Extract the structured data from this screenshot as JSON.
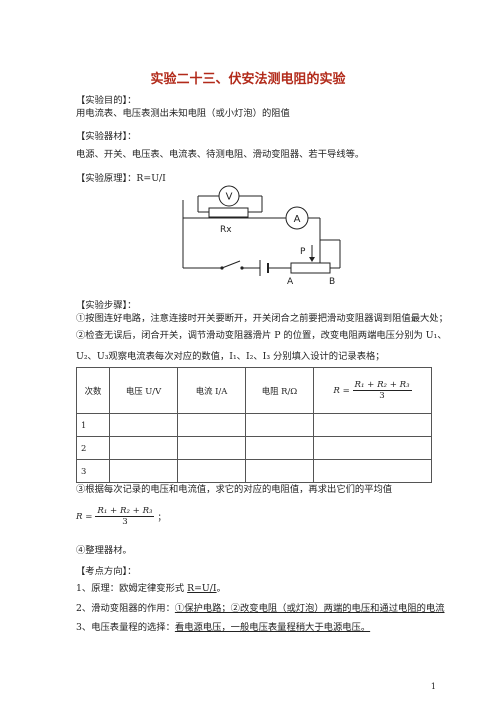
{
  "title": "实验二十三、伏安法测电阻的实验",
  "sections": {
    "purpose_header": "【实验目的】：",
    "purpose_text": "用电流表、电压表测出未知电阻（或小灯泡）的阻值",
    "materials_header": "【实验器材】：",
    "materials_text": "电源、开关、电压表、电流表、待测电阻、滑动变阻器、若干导线等。",
    "principle": "【实验原理】：R=U/I",
    "steps_header": "【实验步骤】：",
    "step1": "①按图连好电路，注意连接时开关要断开，开关闭合之前要把滑动变阻器调到阻值最大处；",
    "step2a": "②检查无误后，闭合开关，调节滑动变阻器滑片 P 的位置，改变电阻两端电压分别为 U₁、",
    "step2b": "U₂、U₃观察电流表每次对应的数值，I₁、I₂、I₃ 分别填入设计的记录表格；",
    "step3": "③根据每次记录的电压和电流值，求它的对应的电阻值，再求出它们的平均值",
    "step3_formula": {
      "lhs": "R =",
      "num": "R₁ + R₂ + R₃",
      "den": "3",
      "tail": "；"
    },
    "step4": "④整理器材。",
    "focus_header": "【考点方向】：",
    "focus1_prefix": "1、原理：欧姆定律变形式 ",
    "focus1_formula": "R=U/I",
    "focus1_suffix": "。",
    "focus2_prefix": "2、滑动变阻器的作用：",
    "focus2_underlined": "①保护电路；②改变电阻（或灯泡）两端的电压和通过电阻的电流",
    "focus3_prefix": "3、电压表量程的选择：",
    "focus3_underlined": "看电源电压，一般电压表量程稍大于电源电压。"
  },
  "circuit": {
    "voltmeter": "V",
    "ammeter": "A",
    "resistor": "Rx",
    "slider": "P",
    "rheostat_end_a": "A",
    "rheostat_end_b": "B"
  },
  "table": {
    "headers": [
      "次数",
      "电压 U/V",
      "电流 I/A",
      "电阻 R/Ω"
    ],
    "avg_header": {
      "lhs": "R =",
      "num": "R₁ + R₂ + R₃",
      "den": "3"
    },
    "rows": [
      "1",
      "2",
      "3"
    ]
  },
  "page_number": "1"
}
